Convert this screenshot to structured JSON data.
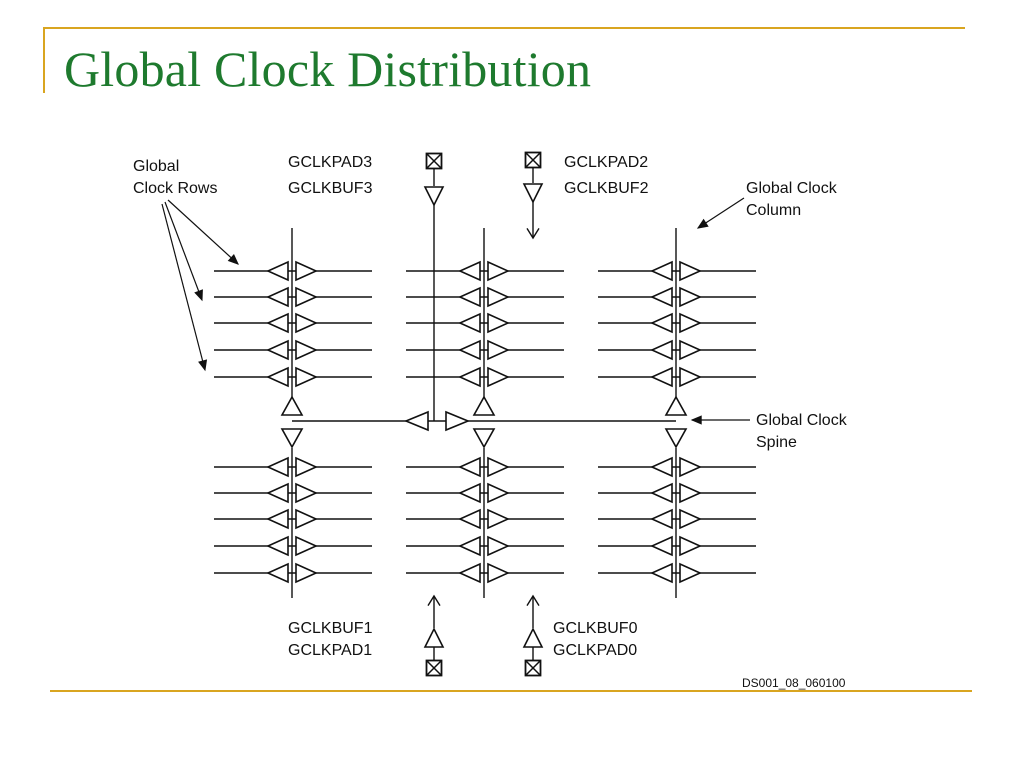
{
  "title": "Global Clock Distribution",
  "colors": {
    "accent": "#d9a520",
    "title": "#1e7a2e",
    "line": "#111111"
  },
  "diagram": {
    "labels": {
      "rows_line1": "Global",
      "rows_line2": "Clock Rows",
      "pad3": "GCLKPAD3",
      "buf3": "GCLKBUF3",
      "pad2": "GCLKPAD2",
      "buf2": "GCLKBUF2",
      "column_line1": "Global Clock",
      "column_line2": "Column",
      "spine_line1": "Global Clock",
      "spine_line2": "Spine",
      "buf1": "GCLKBUF1",
      "pad1": "GCLKPAD1",
      "buf0": "GCLKBUF0",
      "pad0": "GCLKPAD0",
      "doc_id": "DS001_08_060100"
    }
  }
}
